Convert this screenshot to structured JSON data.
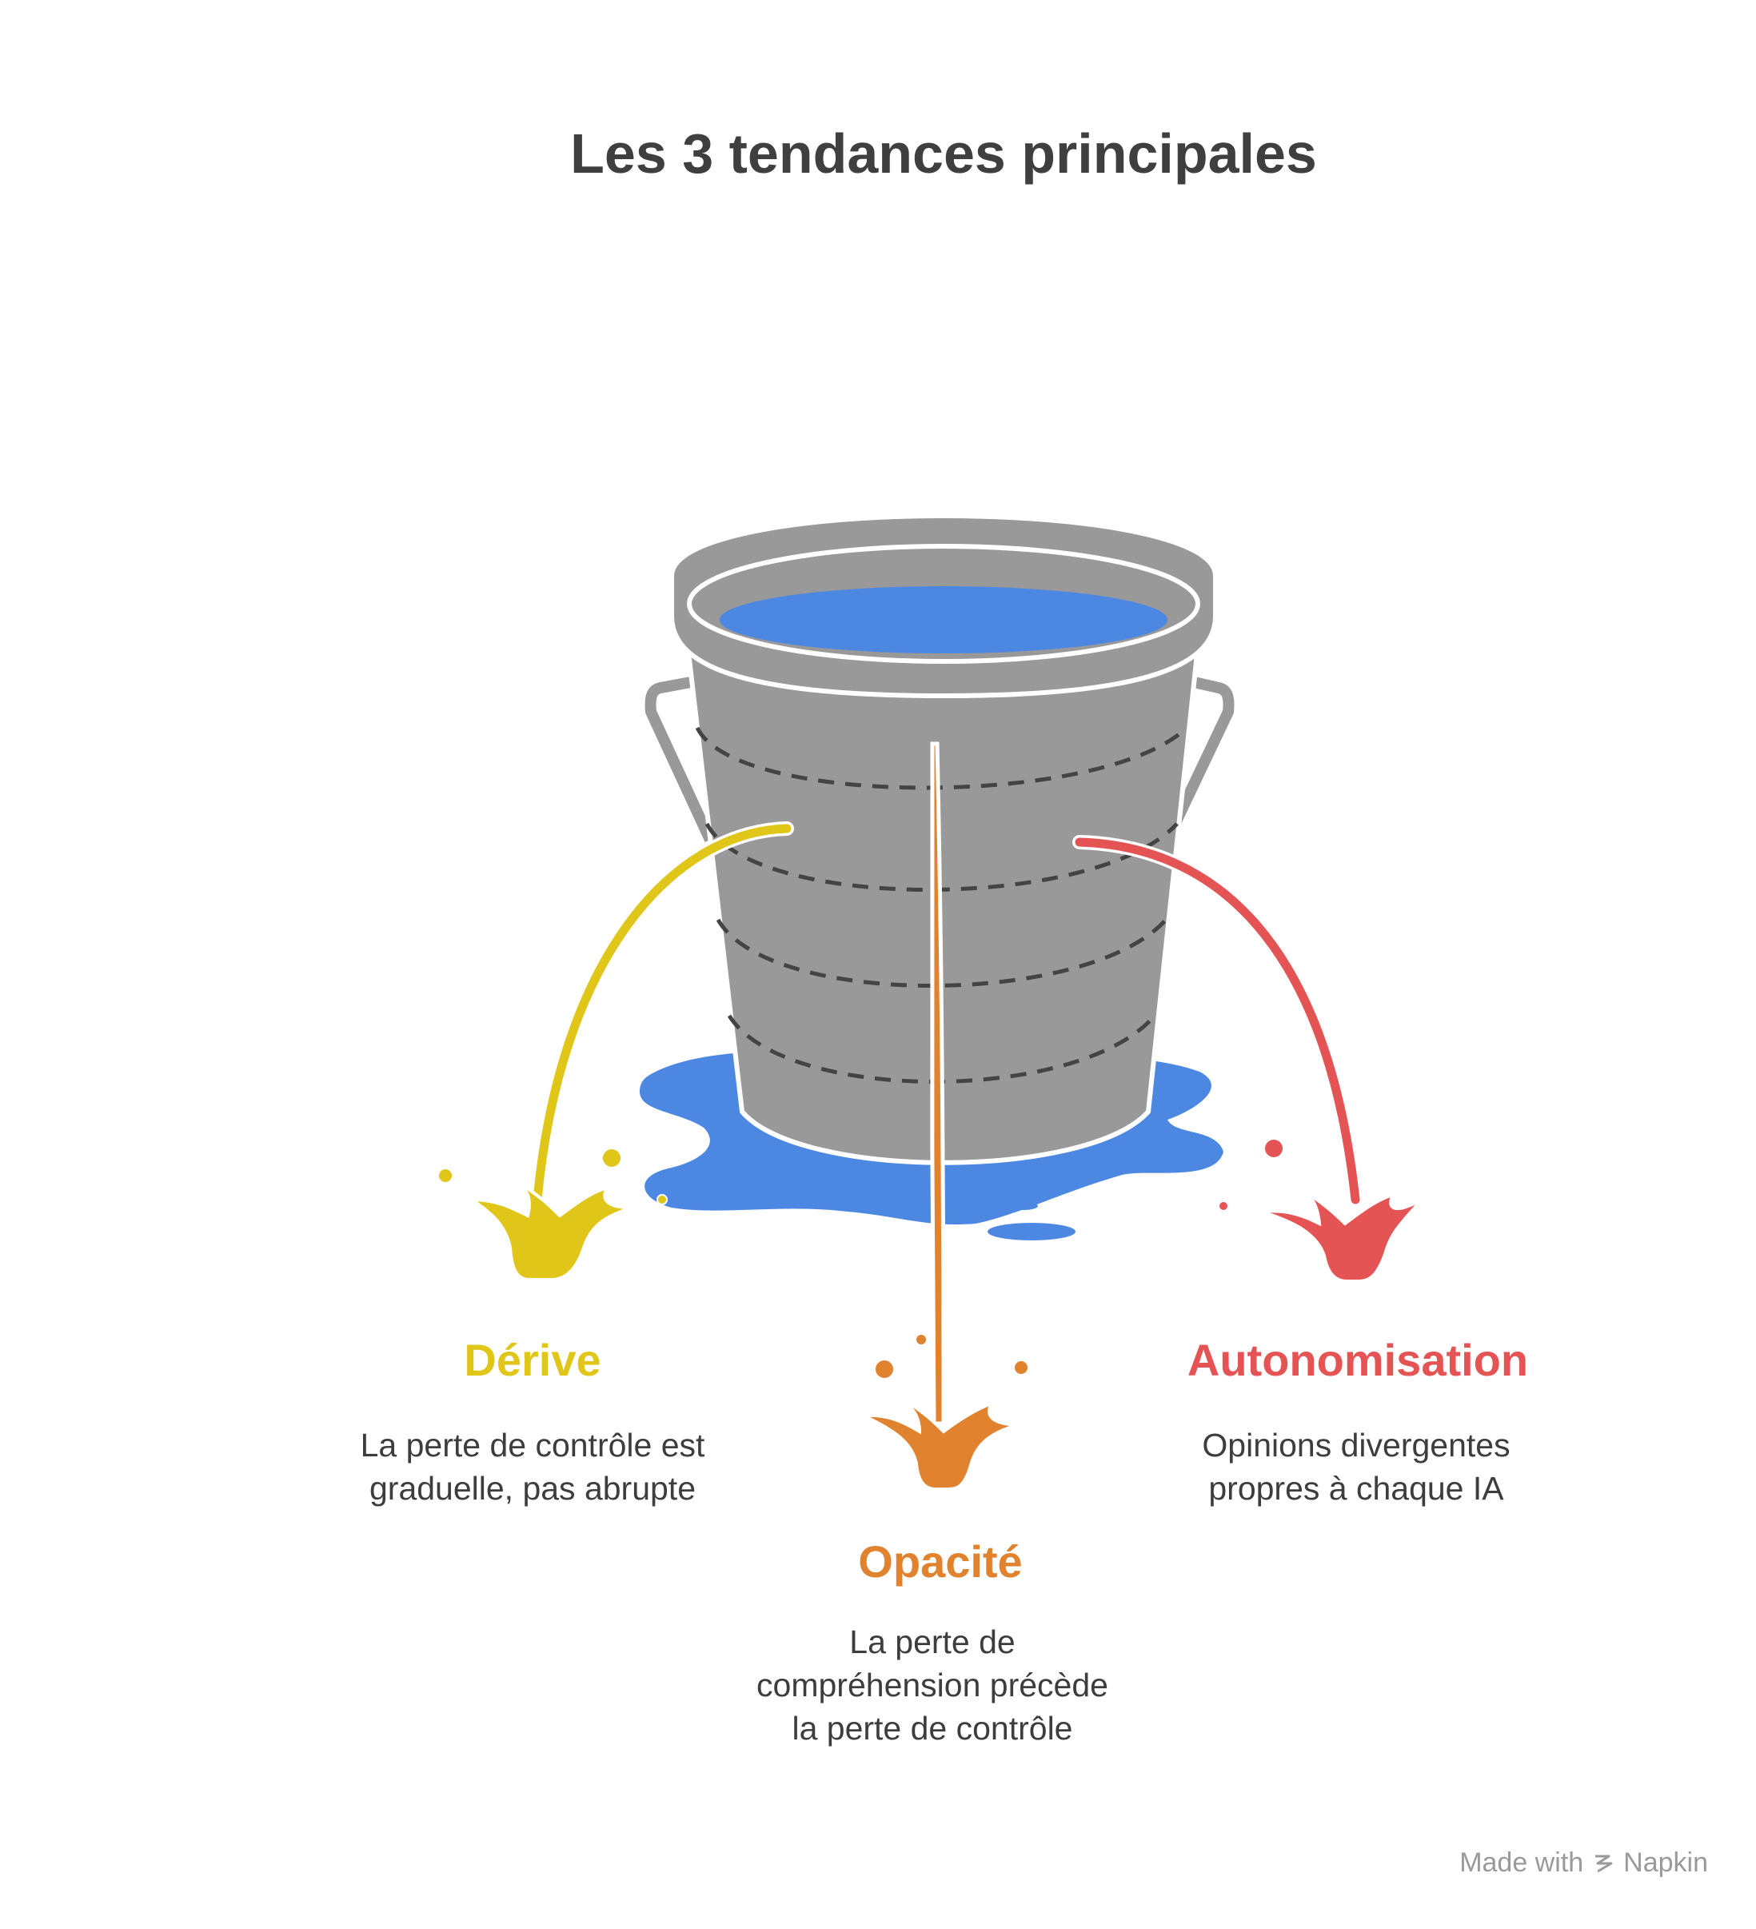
{
  "title": "Les 3 tendances principales",
  "items": [
    {
      "heading": "Dérive",
      "description": "La perte de contrôle est graduelle, pas abrupte",
      "color": "#e0c619"
    },
    {
      "heading": "Opacité",
      "description": "La perte de compréhension précède la perte de contrôle",
      "color": "#e0822e"
    },
    {
      "heading": "Autonomisation",
      "description": "Opinions divergentes propres à chaque IA",
      "color": "#e55454"
    }
  ],
  "colors": {
    "bucket": "#999999",
    "water": "#4c88e2",
    "text": "#3d3d3d"
  },
  "watermark": {
    "prefix": "Made with",
    "brand": "Napkin",
    "icon": "napkin-logo-icon"
  }
}
